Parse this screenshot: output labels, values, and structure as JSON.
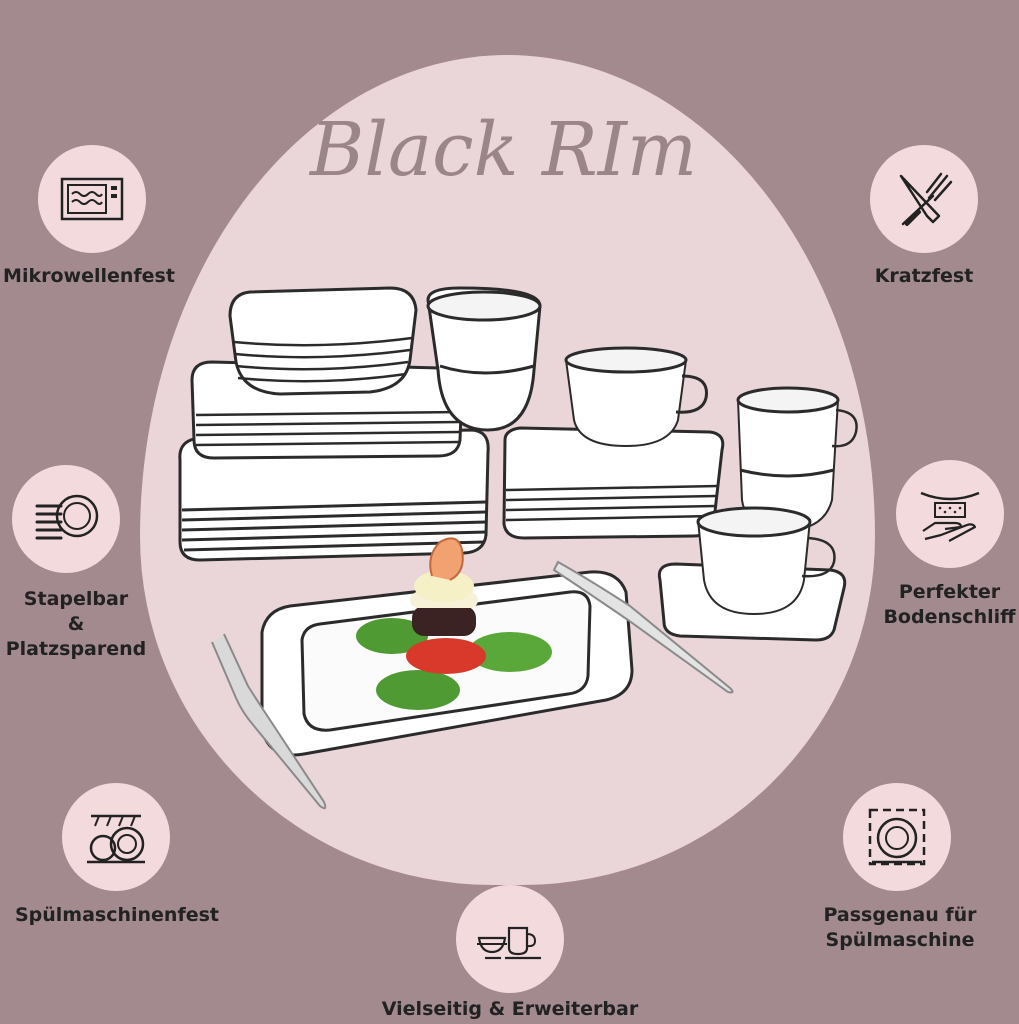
{
  "title": "Black RIm",
  "features": {
    "microwave": {
      "label": "Mikrowellenfest",
      "icon": "microwave-icon"
    },
    "scratch": {
      "label": "Kratzfest",
      "icon": "knife-fork-icon"
    },
    "stackable": {
      "line1": "Stapelbar",
      "line2": "&",
      "line3": "Platzsparend",
      "icon": "stacked-plates-icon"
    },
    "base": {
      "line1": "Perfekter",
      "line2": "Bodenschliff",
      "icon": "sanding-icon"
    },
    "dishwasher": {
      "label": "Spülmaschinenfest",
      "icon": "dishwasher-icon"
    },
    "fit": {
      "line1": "Passgenau für",
      "line2": "Spülmaschine",
      "icon": "plate-fit-icon"
    },
    "versatile": {
      "label": "Vielseitig & Erweiterbar",
      "icon": "cups-bowls-icon"
    }
  },
  "colors": {
    "background": "#a28a8f",
    "egg": "#ead5d9",
    "badge": "#f2dadd",
    "rim": "#2b2b2b",
    "title": "#9b8589"
  }
}
